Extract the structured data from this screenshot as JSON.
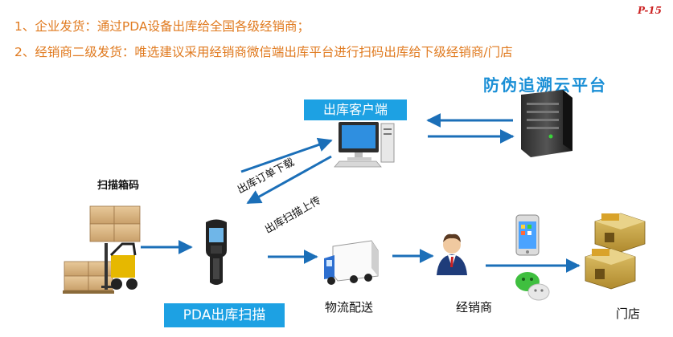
{
  "header": {
    "line1": "1、企业发货：通过PDA设备出库给全国各级经销商；",
    "line2": "2、经销商二级发货：唯选建议采用经销商微信端出库平台进行扫码出库给下级经销商/门店",
    "page_number": "P-15"
  },
  "platform": {
    "title": "防伪追溯云平台"
  },
  "nodes": {
    "client": "出库客户端",
    "scan_box": "扫描箱码",
    "pda": "PDA出库扫描",
    "logistics": "物流配送",
    "dealer": "经销商",
    "store": "门店"
  },
  "edges": {
    "order_download": "出库订单下载",
    "scan_upload": "出库扫描上传"
  },
  "colors": {
    "header_text": "#e07a1f",
    "accent_blue": "#1da1e3",
    "arrow": "#1b6fb8",
    "page_number": "#cc2222"
  },
  "icons": [
    "server-icon",
    "computer-icon",
    "boxes-icon",
    "forklift-icon",
    "pda-scanner-icon",
    "truck-icon",
    "businessman-icon",
    "smartphone-icon",
    "wechat-icon",
    "shop-icon"
  ]
}
